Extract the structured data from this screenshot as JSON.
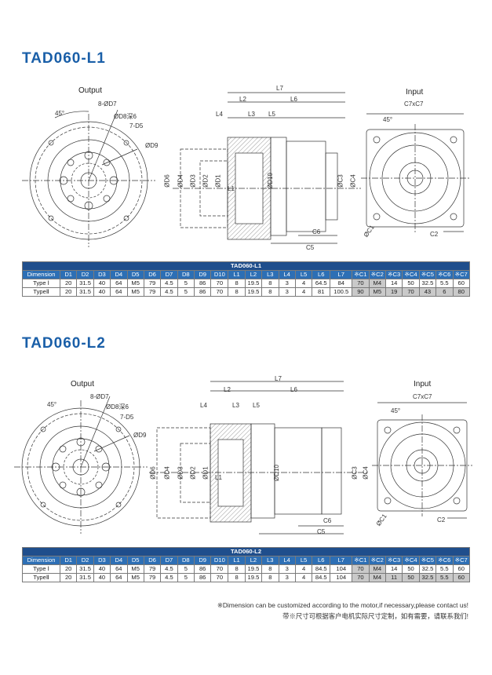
{
  "sections": [
    {
      "title": "TAD060-L1",
      "view_labels": {
        "output": "Output",
        "input": "Input"
      },
      "output_dims": [
        "45°",
        "8-ØD7",
        "ØD8深6",
        "7-D5",
        "ØD9"
      ],
      "side_dims": [
        "L7",
        "L2",
        "L6",
        "L4",
        "L3",
        "L5",
        "ØD6",
        "ØD4",
        "ØD3",
        "ØD2",
        "ØD1",
        "L1",
        "ØD10",
        "ØC3",
        "ØC4",
        "C6",
        "C5"
      ],
      "input_dims": [
        "C7xC7",
        "45°",
        "ØC1",
        "C2"
      ],
      "table": {
        "caption": "TAD060-L1",
        "headers": [
          "Dimension",
          "D1",
          "D2",
          "D3",
          "D4",
          "D5",
          "D6",
          "D7",
          "D8",
          "D9",
          "D10",
          "L1",
          "L2",
          "L3",
          "L4",
          "L5",
          "L6",
          "L7",
          "※C1",
          "※C2",
          "※C3",
          "※C4",
          "※C5",
          "※C6",
          "※C7"
        ],
        "rows": [
          [
            "Type Ⅰ",
            "20",
            "31.5",
            "40",
            "64",
            "M5",
            "79",
            "4.5",
            "5",
            "86",
            "70",
            "8",
            "19.5",
            "8",
            "3",
            "4",
            "64.5",
            "84",
            "70",
            "M4",
            "14",
            "50",
            "32.5",
            "5.5",
            "60"
          ],
          [
            "TypeⅡ",
            "20",
            "31.5",
            "40",
            "64",
            "M5",
            "79",
            "4.5",
            "5",
            "86",
            "70",
            "8",
            "19.5",
            "8",
            "3",
            "4",
            "81",
            "100.5",
            "90",
            "M5",
            "19",
            "70",
            "43",
            "6",
            "80"
          ]
        ]
      }
    },
    {
      "title": "TAD060-L2",
      "view_labels": {
        "output": "Output",
        "input": "Input"
      },
      "output_dims": [
        "45°",
        "8-ØD7",
        "ØD8深6",
        "7-D5",
        "ØD9"
      ],
      "side_dims": [
        "L7",
        "L2",
        "L6",
        "L4",
        "L3",
        "L5",
        "ØD6",
        "ØD4",
        "ØD3",
        "ØD2",
        "ØD1",
        "L1",
        "ØD10",
        "ØC3",
        "ØC4",
        "C6",
        "C5"
      ],
      "input_dims": [
        "C7xC7",
        "45°",
        "ØC1",
        "C2"
      ],
      "table": {
        "caption": "TAD060-L2",
        "headers": [
          "Dimension",
          "D1",
          "D2",
          "D3",
          "D4",
          "D5",
          "D6",
          "D7",
          "D8",
          "D9",
          "D10",
          "L1",
          "L2",
          "L3",
          "L4",
          "L5",
          "L6",
          "L7",
          "※C1",
          "※C2",
          "※C3",
          "※C4",
          "※C5",
          "※C6",
          "※C7"
        ],
        "rows": [
          [
            "Type Ⅰ",
            "20",
            "31.5",
            "40",
            "64",
            "M5",
            "79",
            "4.5",
            "5",
            "86",
            "70",
            "8",
            "19.5",
            "8",
            "3",
            "4",
            "84.5",
            "104",
            "70",
            "M4",
            "14",
            "50",
            "32.5",
            "5.5",
            "60"
          ],
          [
            "TypeⅡ",
            "20",
            "31.5",
            "40",
            "64",
            "M5",
            "79",
            "4.5",
            "5",
            "86",
            "70",
            "8",
            "19.5",
            "8",
            "3",
            "4",
            "84.5",
            "104",
            "70",
            "M4",
            "11",
            "50",
            "32.5",
            "5.5",
            "60"
          ]
        ]
      }
    }
  ],
  "footer": {
    "note_en": "※Dimension can be customized according to the motor,if necessary,please contact us!",
    "note_cn": "带※尺寸可根据客户电机实际尺寸定制，如有需要，请联系我们!"
  },
  "colors": {
    "title": "#1a5fa8",
    "table_header": "#2d6fb5",
    "table_caption": "#1f4e8c",
    "shade": "#c9c9c9"
  }
}
